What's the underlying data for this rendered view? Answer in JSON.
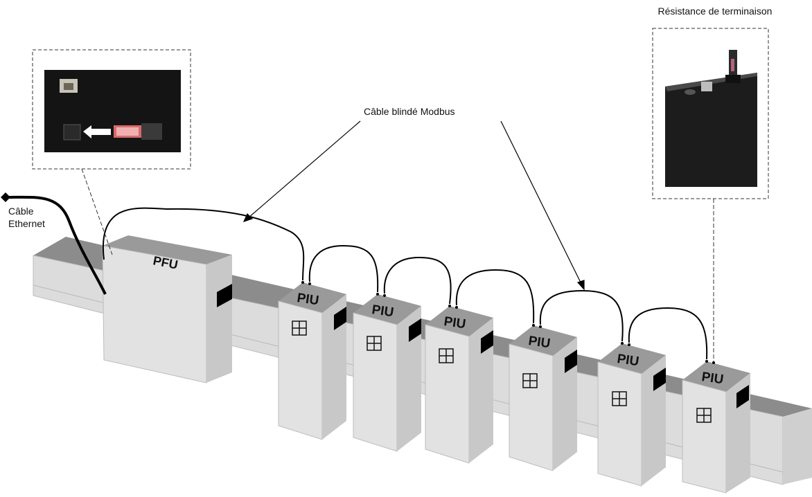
{
  "labels": {
    "terminator": "Résistance de terminaison",
    "modbus": "Câble blindé Modbus",
    "ethernet_line1": "Câble",
    "ethernet_line2": "Ethernet"
  },
  "pfu": {
    "label": "PFU"
  },
  "piu_units": [
    {
      "label": "PIU"
    },
    {
      "label": "PIU"
    },
    {
      "label": "PIU"
    },
    {
      "label": "PIU"
    },
    {
      "label": "PIU"
    },
    {
      "label": "PIU"
    }
  ],
  "colors": {
    "front": "#e2e2e2",
    "side": "#c8c8c8",
    "top": "#9a9a9a",
    "rail_front": "#dcdcdc",
    "rail_top": "#8c8c8c",
    "cable": "#000000",
    "photo_bg": "#141414"
  }
}
